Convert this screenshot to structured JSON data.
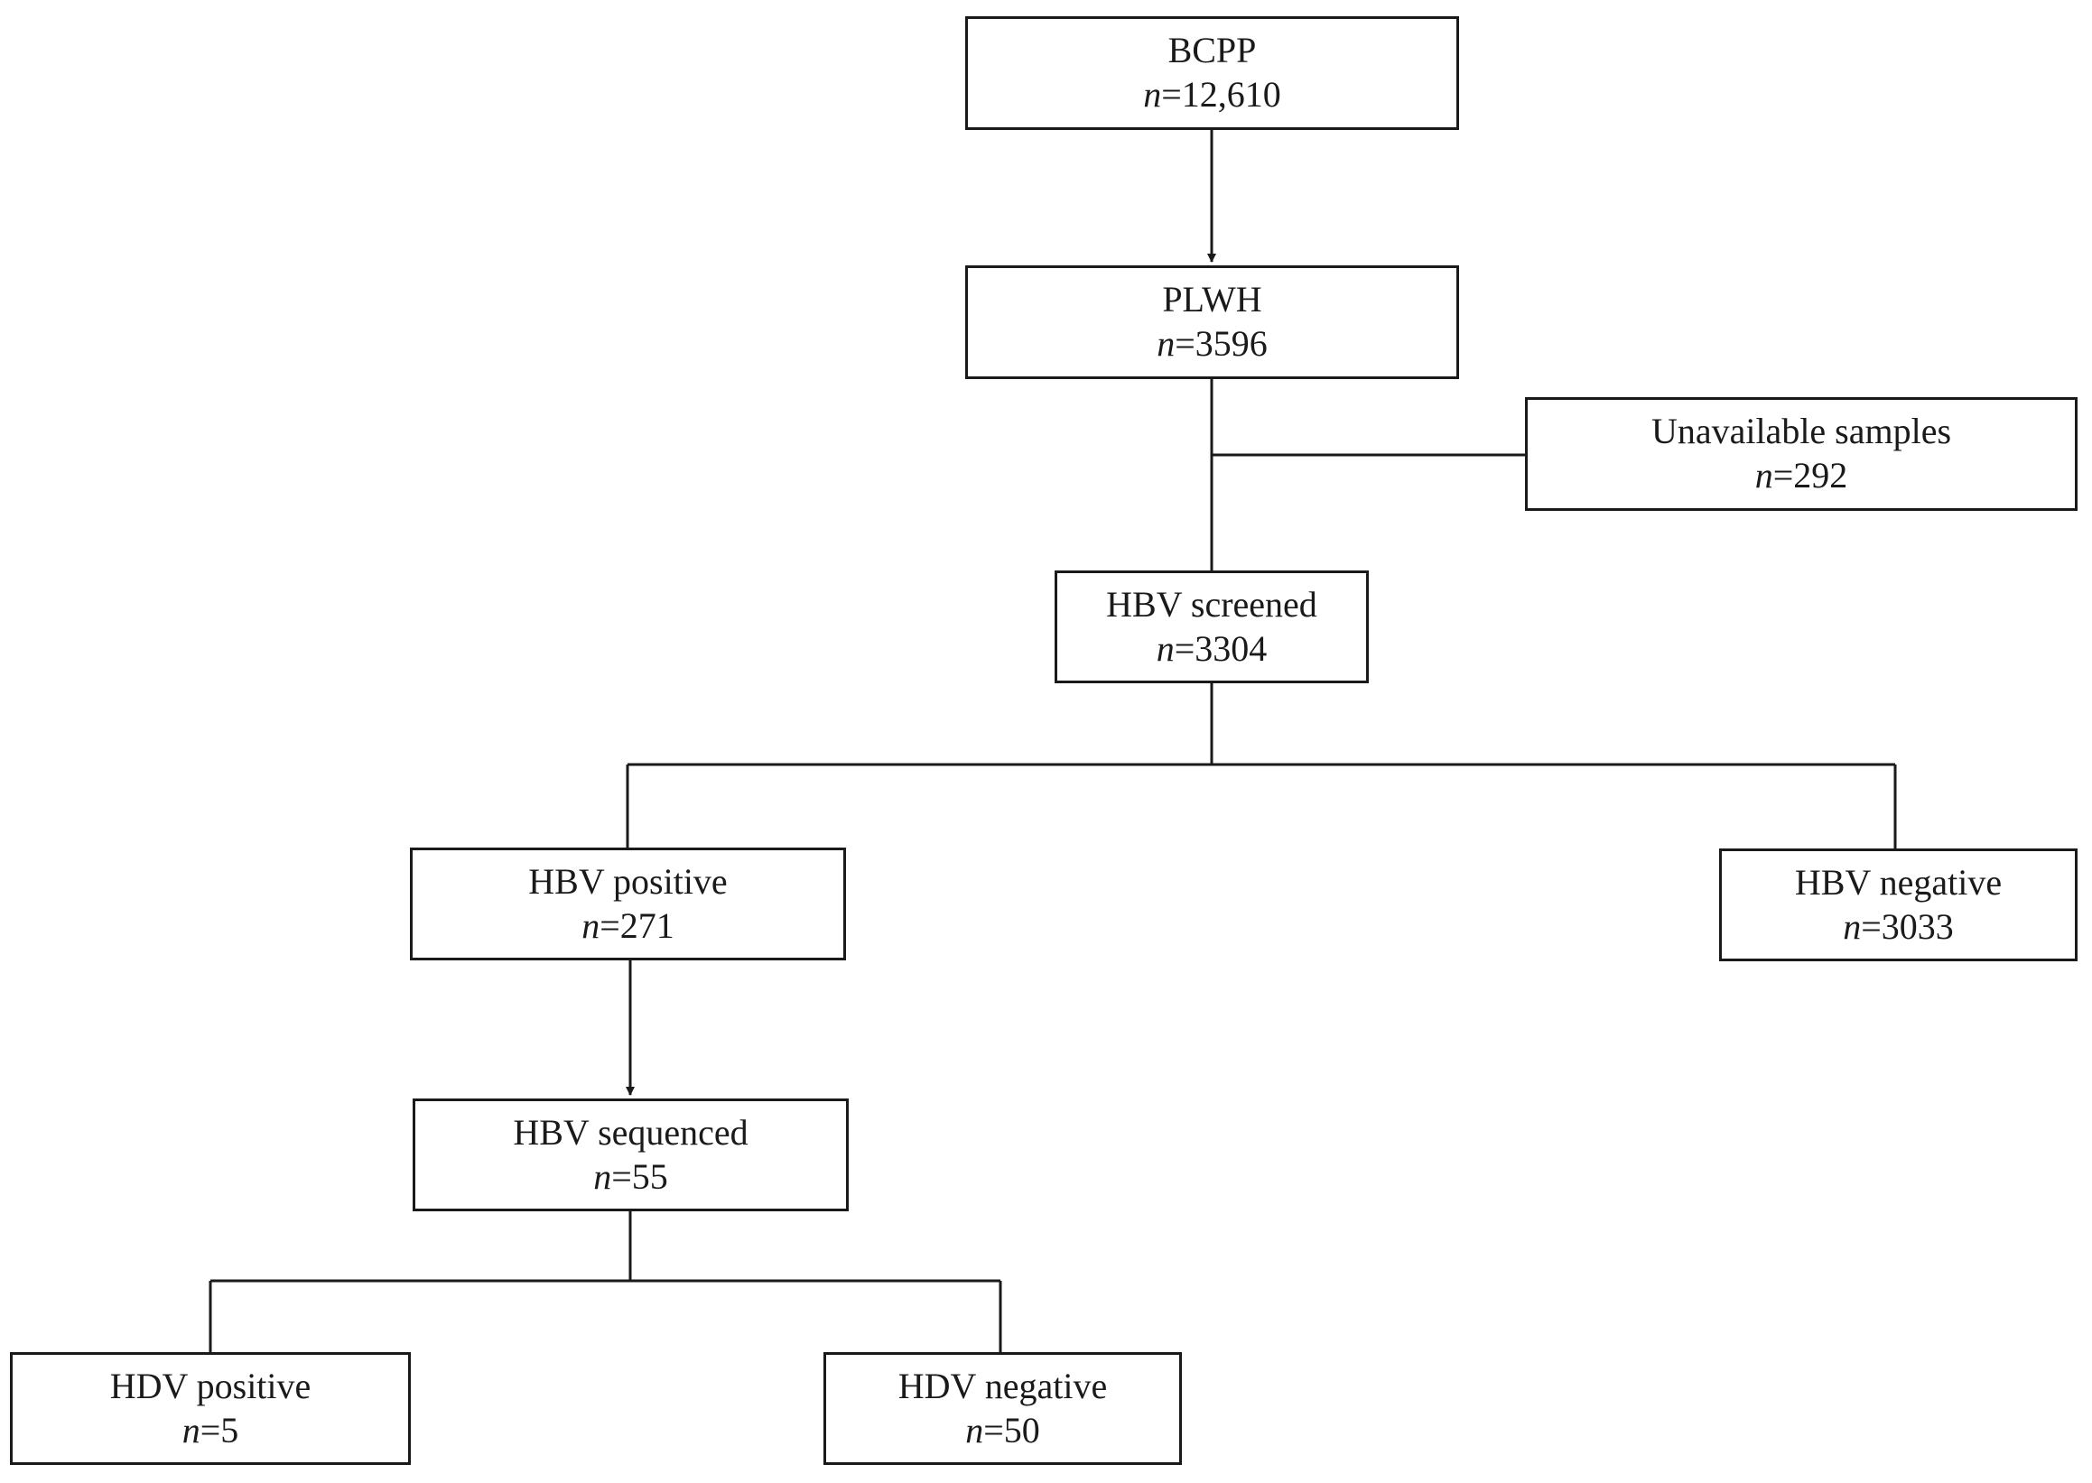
{
  "nodes": {
    "bcpp": {
      "title": "BCPP",
      "n_prefix": "n",
      "n_value": "=12,610"
    },
    "plwh": {
      "title": "PLWH",
      "n_prefix": "n",
      "n_value": "=3596"
    },
    "unavailable": {
      "title": "Unavailable samples",
      "n_prefix": "n",
      "n_value": "=292"
    },
    "hbv_screened": {
      "title": "HBV screened",
      "n_prefix": "n",
      "n_value": "=3304"
    },
    "hbv_positive": {
      "title": "HBV positive",
      "n_prefix": "n",
      "n_value": "=271"
    },
    "hbv_negative": {
      "title": "HBV negative",
      "n_prefix": "n",
      "n_value": "=3033"
    },
    "hbv_sequenced": {
      "title": "HBV sequenced",
      "n_prefix": "n",
      "n_value": "=55"
    },
    "hdv_positive": {
      "title": "HDV positive",
      "n_prefix": "n",
      "n_value": "=5"
    },
    "hdv_negative": {
      "title": "HDV negative",
      "n_prefix": "n",
      "n_value": "=50"
    }
  },
  "colors": {
    "stroke": "#1a1a1a",
    "background": "#ffffff"
  }
}
